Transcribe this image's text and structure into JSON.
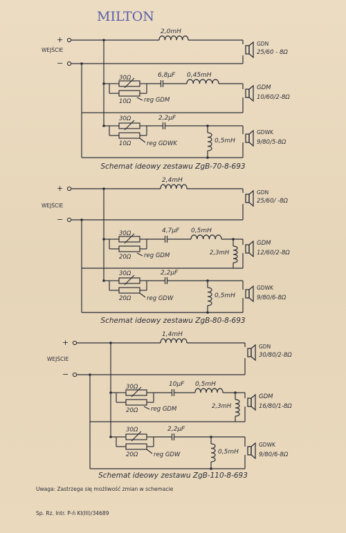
{
  "handwritten_name": "MILTON",
  "note": "Uwaga: Zastrzega się możliwość zmian w schemacie",
  "footer": "Sp. Rz. Intr. P-ń  KI(III)/34689",
  "schematics": [
    {
      "input_label": "WEJŚCIE",
      "plus": "+",
      "minus": "−",
      "woofer_inductor": "2,0mH",
      "mid": {
        "pot": "30Ω",
        "fixed": "10Ω",
        "reg": "reg GDM",
        "cap": "6,8μF",
        "ind": "0,45mH",
        "shunt": ""
      },
      "tw": {
        "pot": "30Ω",
        "fixed": "10Ω",
        "reg": "reg GDWK",
        "cap": "2,2μF",
        "shunt": "0,5mH"
      },
      "spk_woofer": [
        "GDN",
        "25/60 - 8Ω"
      ],
      "spk_mid": [
        "GDM",
        "10/60/2-8Ω"
      ],
      "spk_tw": [
        "GDWK",
        "9/80/5-8Ω"
      ],
      "caption": "Schemat ideowy zestawu ZgB-70-8-693"
    },
    {
      "input_label": "WEJŚCIE",
      "plus": "+",
      "minus": "−",
      "woofer_inductor": "2,4mH",
      "mid": {
        "pot": "30Ω",
        "fixed": "20Ω",
        "reg": "reg GDM",
        "cap": "4,7μF",
        "ind": "0,5mH",
        "shunt": "2,3mH"
      },
      "tw": {
        "pot": "30Ω",
        "fixed": "20Ω",
        "reg": "reg GDW",
        "cap": "2,2μF",
        "shunt": "0,5mH"
      },
      "spk_woofer": [
        "GDN",
        "25/60/ -8Ω"
      ],
      "spk_mid": [
        "GDM",
        "12/60/2-8Ω"
      ],
      "spk_tw": [
        "GDWK",
        "9/80/6-8Ω"
      ],
      "caption": "Schemat ideowy zestawu ZgB-80-8-693"
    },
    {
      "input_label": "WEJŚCIE",
      "plus": "+",
      "minus": "−",
      "woofer_inductor": "1,4mH",
      "mid": {
        "pot": "30Ω",
        "fixed": "20Ω",
        "reg": "reg GDM",
        "cap": "10μF",
        "ind": "0,5mH",
        "shunt": "2,3mH"
      },
      "tw": {
        "pot": "30Ω",
        "fixed": "20Ω",
        "reg": "reg GDW",
        "cap": "2,2μF",
        "shunt": "0,5mH"
      },
      "spk_woofer": [
        "GDN",
        "30/80/2-8Ω"
      ],
      "spk_mid": [
        "GDM",
        "16/80/1-8Ω"
      ],
      "spk_tw": [
        "GDWK",
        "9/80/6-8Ω"
      ],
      "caption": "Schemat ideowy zestawu ZgB-110-8-693"
    }
  ]
}
